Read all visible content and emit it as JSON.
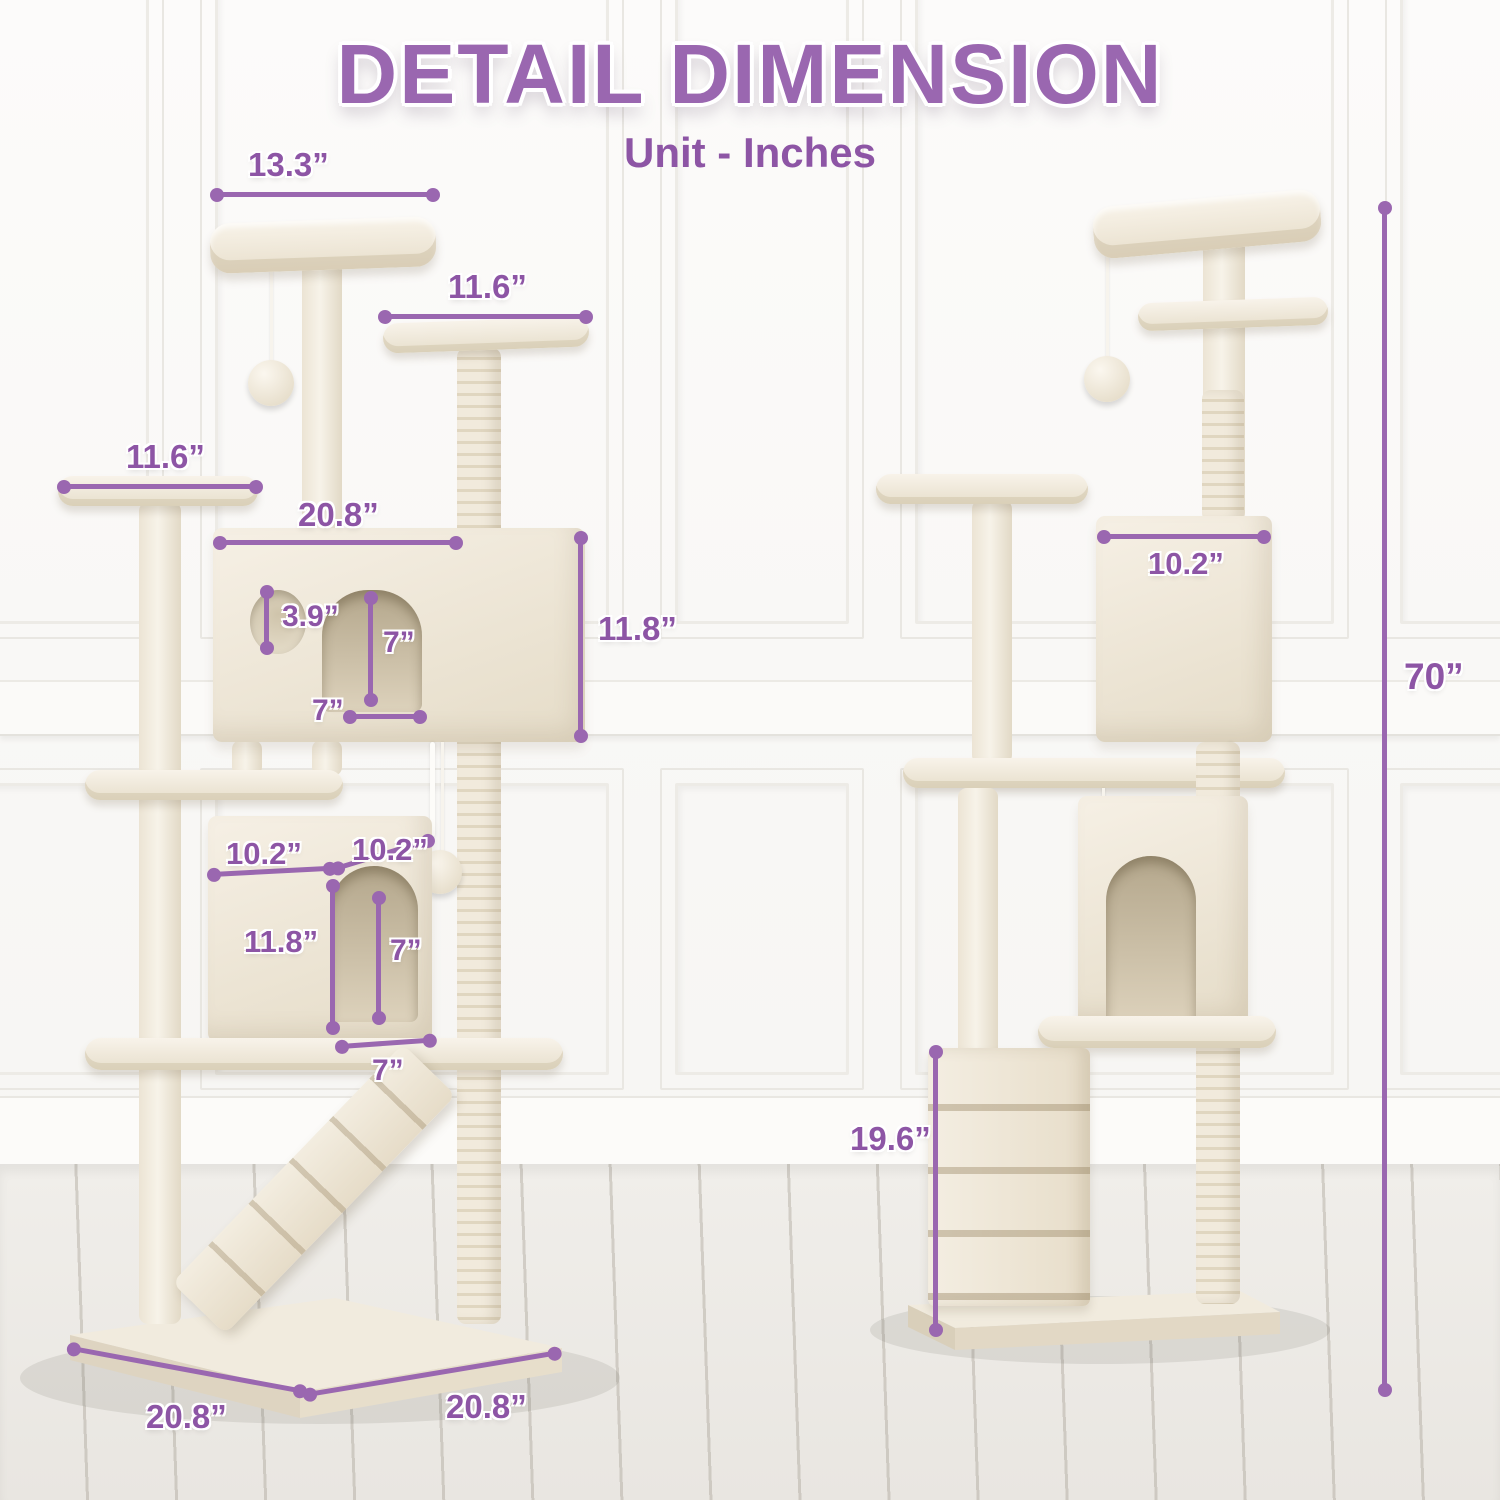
{
  "title": "DETAIL DIMENSION",
  "subtitle": "Unit - Inches",
  "colors": {
    "accent": "#9a67b0",
    "accent_dark": "#8d55a5",
    "tree_plush": "#f2ecdf",
    "tree_shadow": "#e2d8c3",
    "door_interior": "#b4a78c",
    "wall": "#f8f7f4",
    "floor": "#eeece8"
  },
  "annotations": {
    "left": [
      {
        "name": "top-perch-width",
        "label": "13.3”"
      },
      {
        "name": "upper-perch-width",
        "label": "11.6”"
      },
      {
        "name": "side-perch-width",
        "label": "11.6”"
      },
      {
        "name": "large-condo-width",
        "label": "20.8”"
      },
      {
        "name": "peep-hole-diameter",
        "label": "3.9”"
      },
      {
        "name": "large-condo-door-height",
        "label": "7”"
      },
      {
        "name": "large-condo-door-width",
        "label": "7”"
      },
      {
        "name": "large-condo-height",
        "label": "11.8”"
      },
      {
        "name": "small-condo-width",
        "label": "10.2”"
      },
      {
        "name": "small-condo-depth",
        "label": "10.2”"
      },
      {
        "name": "small-condo-height",
        "label": "11.8”"
      },
      {
        "name": "small-condo-door-height",
        "label": "7”"
      },
      {
        "name": "small-condo-door-width",
        "label": "7”"
      },
      {
        "name": "base-depth",
        "label": "20.8”"
      },
      {
        "name": "base-width",
        "label": "20.8”"
      }
    ],
    "right": [
      {
        "name": "condo-depth",
        "label": "10.2”"
      },
      {
        "name": "total-height",
        "label": "70”"
      },
      {
        "name": "ramp-height",
        "label": "19.6”"
      }
    ]
  }
}
